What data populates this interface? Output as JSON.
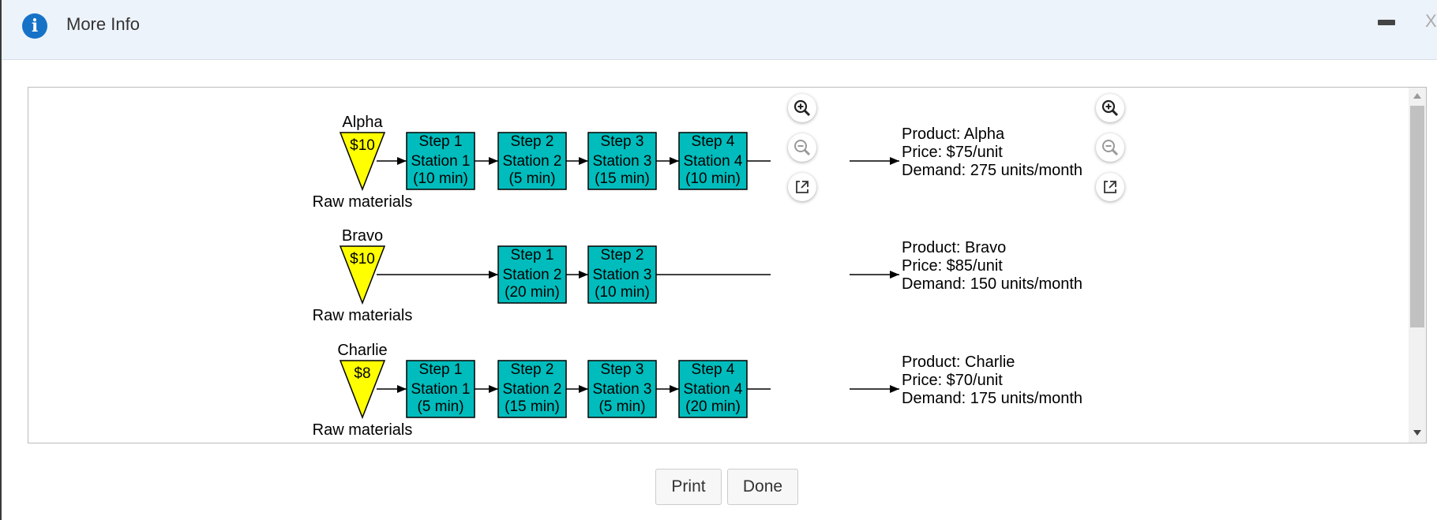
{
  "dialog": {
    "title": "More Info",
    "close_label": "X"
  },
  "diagram": {
    "rows": [
      {
        "product": "Alpha",
        "cost": "$10",
        "raw_label": "Raw materials",
        "steps": [
          {
            "step": "Step 1",
            "station": "Station 1",
            "time": "(10 min)"
          },
          {
            "step": "Step 2",
            "station": "Station 2",
            "time": "(5 min)"
          },
          {
            "step": "Step 3",
            "station": "Station 3",
            "time": "(15 min)"
          },
          {
            "step": "Step 4",
            "station": "Station 4",
            "time": "(10 min)"
          }
        ],
        "info": [
          "Product: Alpha",
          "Price: $75/unit",
          "Demand: 275 units/month"
        ]
      },
      {
        "product": "Bravo",
        "cost": "$10",
        "raw_label": "Raw materials",
        "steps": [
          {
            "step": "Step 1",
            "station": "Station 2",
            "time": "(20 min)"
          },
          {
            "step": "Step 2",
            "station": "Station 3",
            "time": "(10 min)"
          }
        ],
        "info": [
          "Product: Bravo",
          "Price: $85/unit",
          "Demand: 150 units/month"
        ]
      },
      {
        "product": "Charlie",
        "cost": "$8",
        "raw_label": "Raw materials",
        "steps": [
          {
            "step": "Step 1",
            "station": "Station 1",
            "time": "(5 min)"
          },
          {
            "step": "Step 2",
            "station": "Station 2",
            "time": "(15 min)"
          },
          {
            "step": "Step 3",
            "station": "Station 3",
            "time": "(5 min)"
          },
          {
            "step": "Step 4",
            "station": "Station 4",
            "time": "(20 min)"
          }
        ],
        "info": [
          "Product: Charlie",
          "Price: $70/unit",
          "Demand: 175 units/month"
        ]
      }
    ]
  },
  "colors": {
    "raw_triangle": "#ffff00",
    "station_box": "#00bcbc",
    "info_icon": "#1672c7",
    "header_bg": "#edf3fb"
  },
  "icons": [
    "info-icon",
    "minimize-icon",
    "zoom-in-icon",
    "zoom-out-icon",
    "open-external-icon"
  ],
  "buttons": {
    "print": "Print",
    "done": "Done"
  }
}
